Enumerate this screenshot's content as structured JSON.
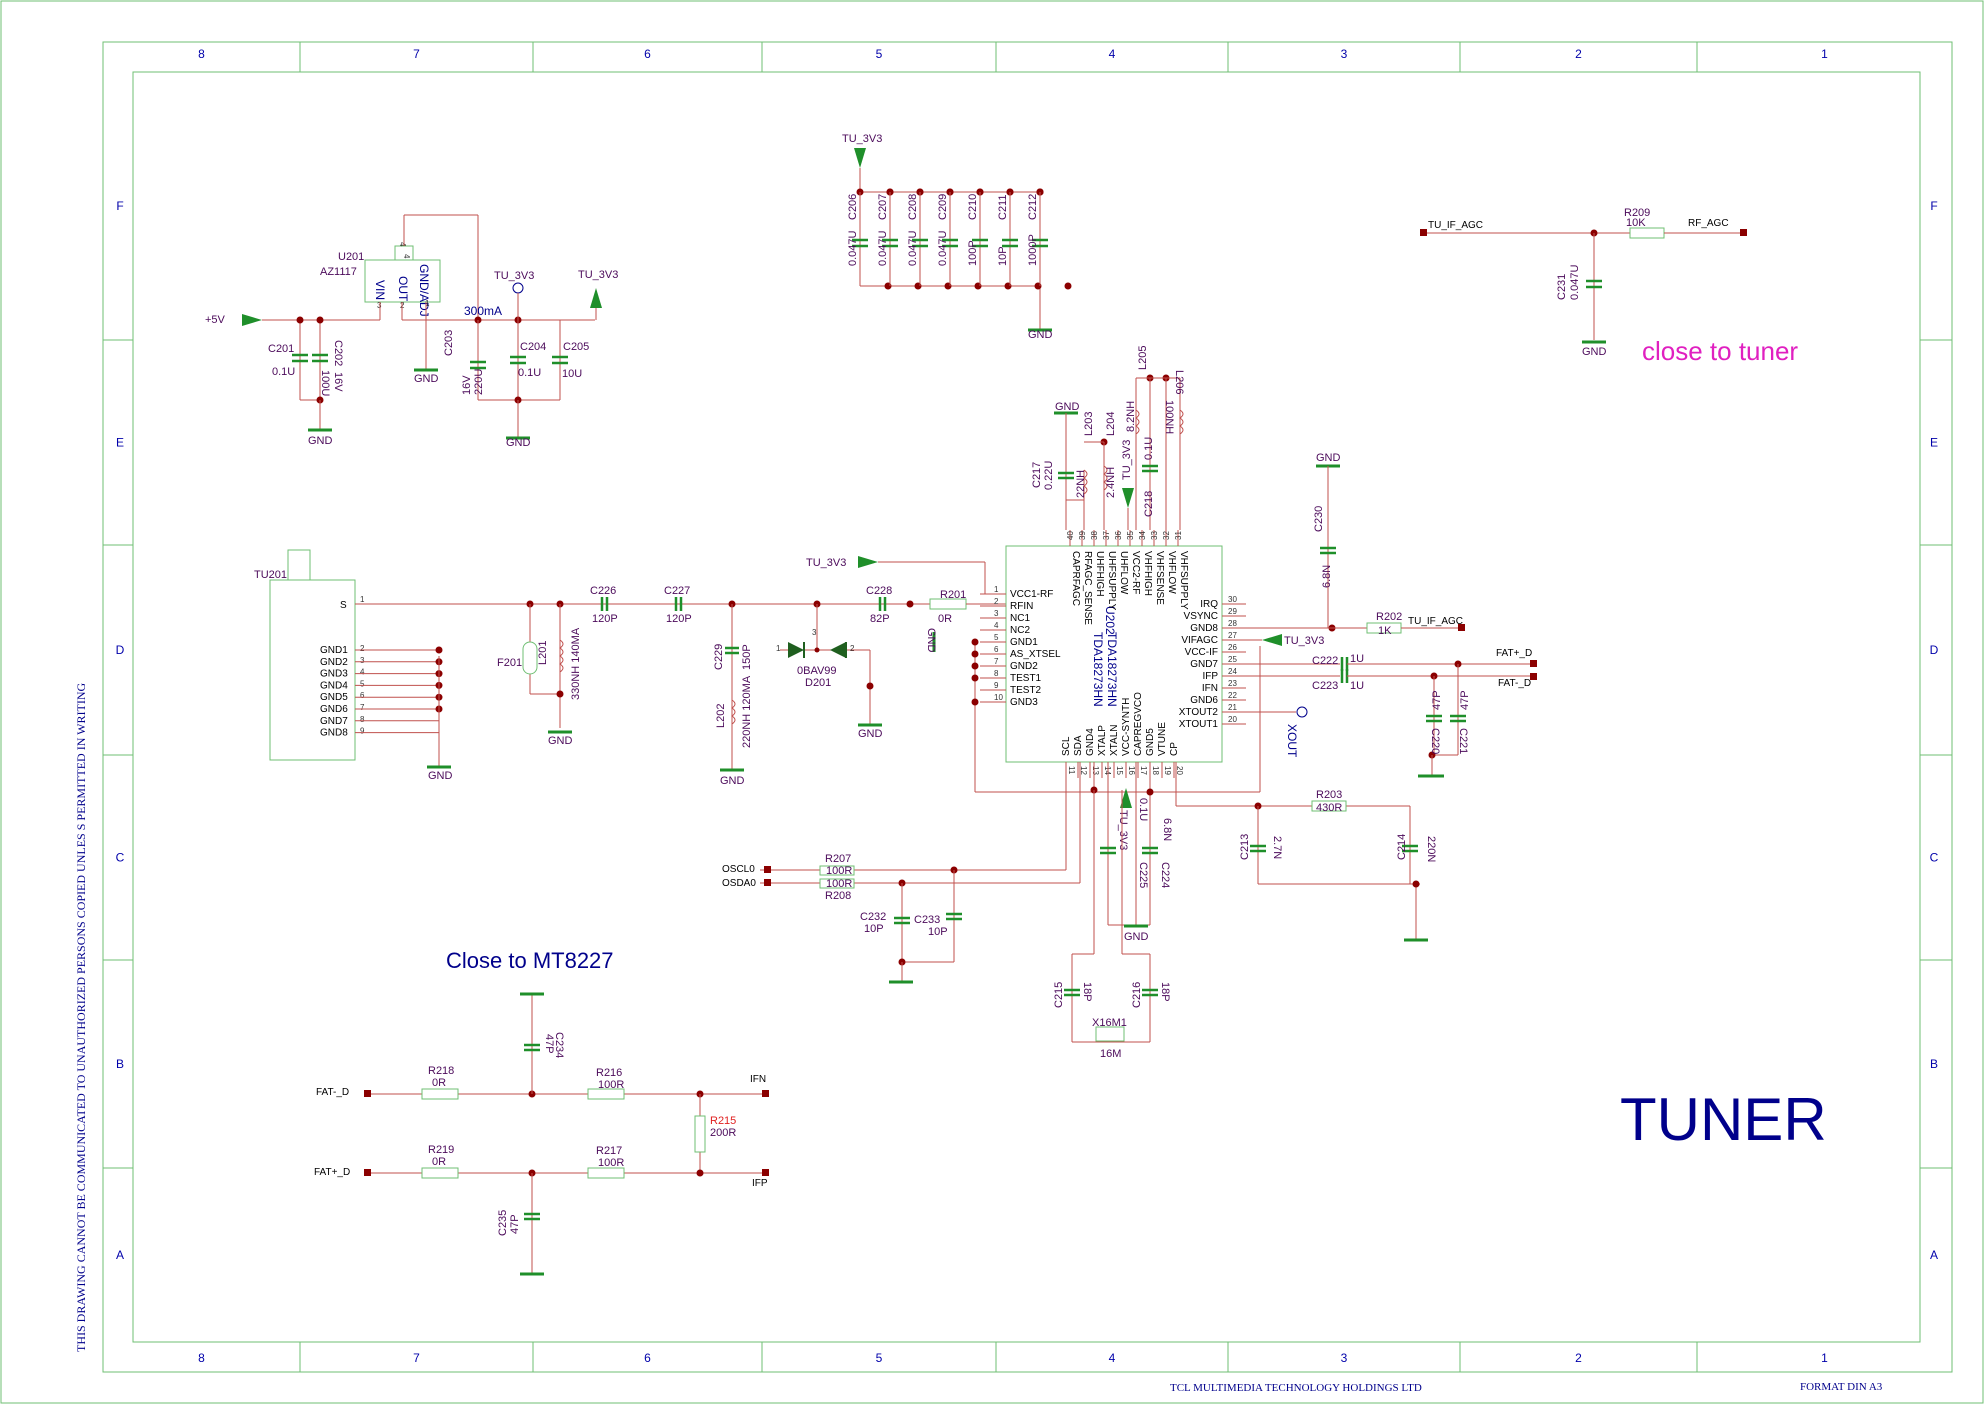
{
  "title": "TUNER",
  "notes": {
    "close_tuner": "close to tuner",
    "close_mt": "Close to MT8227",
    "company": "TCL MULTIMEDIA TECHNOLOGY HOLDINGS LTD",
    "format": "FORMAT DIN A3",
    "confidential": "THIS DRAWING CANNOT BE COMMUNICATED TO UNAUTHORIZED PERSONS COPIED UNLES S PERMITTED IN WRITING"
  },
  "grid": {
    "cols": [
      "8",
      "7",
      "6",
      "5",
      "4",
      "3",
      "2",
      "1"
    ],
    "rows": [
      "F",
      "E",
      "D",
      "C",
      "B",
      "A"
    ]
  },
  "nets": {
    "tu3v3": "TU_3V3",
    "p5v": "+5V",
    "gnd": "GND",
    "tu_if_agc": "TU_IF_AGC",
    "rf_agc": "RF_AGC",
    "oscl0": "OSCL0",
    "osda0": "OSDA0",
    "fatp": "FAT+_D",
    "fatm": "FAT-_D",
    "ifn": "IFN",
    "ifp": "IFP",
    "xout": "XOUT",
    "ma300": "300mA"
  },
  "u201": {
    "ref": "U201",
    "part": "AZ1117",
    "vin": "VIN",
    "out": "OUT",
    "adj": "GND/ADJ",
    "p1": "1",
    "p2": "2",
    "p3": "3",
    "p4": "4",
    "p4b": "4"
  },
  "c201": {
    "ref": "C201",
    "val": "0.1U"
  },
  "c202": {
    "ref": "C202",
    "val": "100U",
    "v": "16V"
  },
  "c203": {
    "ref": "C203",
    "val": "220U",
    "v": "16V"
  },
  "c204": {
    "ref": "C204",
    "val": "0.1U"
  },
  "c205": {
    "ref": "C205",
    "val": "10U"
  },
  "decoupling": [
    {
      "ref": "C206",
      "val": "0.047U"
    },
    {
      "ref": "C207",
      "val": "0.047U"
    },
    {
      "ref": "C208",
      "val": "0.047U"
    },
    {
      "ref": "C209",
      "val": "0.047U"
    },
    {
      "ref": "C210",
      "val": "100P"
    },
    {
      "ref": "C211",
      "val": "10P"
    },
    {
      "ref": "C212",
      "val": "1000P"
    }
  ],
  "r209": {
    "ref": "R209",
    "val": "10K"
  },
  "c231": {
    "ref": "C231",
    "val": "0.047U"
  },
  "tu201": {
    "ref": "TU201",
    "s": "S",
    "pins": [
      {
        "name": "GND1",
        "num": "2"
      },
      {
        "name": "GND2",
        "num": "3"
      },
      {
        "name": "GND3",
        "num": "4"
      },
      {
        "name": "GND4",
        "num": "5"
      },
      {
        "name": "GND5",
        "num": "6"
      },
      {
        "name": "GND6",
        "num": "7"
      },
      {
        "name": "GND7",
        "num": "8"
      },
      {
        "name": "GND8",
        "num": "9"
      }
    ],
    "p1": "1"
  },
  "f201": "F201",
  "l201": {
    "ref": "L201",
    "val": "330NH 140MA"
  },
  "c226": {
    "ref": "C226",
    "val": "120P"
  },
  "c227": {
    "ref": "C227",
    "val": "120P"
  },
  "c228": {
    "ref": "C228",
    "val": "82P"
  },
  "c229": {
    "ref": "C229",
    "val": "150P"
  },
  "l202": {
    "ref": "L202",
    "val": "220NH 120MA"
  },
  "d201": {
    "ref": "D201",
    "val": "0BAV99",
    "p1": "1",
    "p2": "2",
    "p3": "3"
  },
  "r201": {
    "ref": "R201",
    "val": "0R"
  },
  "u202": {
    "ref": "U202",
    "part": "TDA18273HN",
    "left": [
      {
        "num": "1",
        "name": "VCC1-RF"
      },
      {
        "num": "2",
        "name": "RFIN"
      },
      {
        "num": "3",
        "name": "NC1"
      },
      {
        "num": "4",
        "name": "NC2"
      },
      {
        "num": "5",
        "name": "GND1"
      },
      {
        "num": "6",
        "name": "AS_XTSEL"
      },
      {
        "num": "7",
        "name": "GND2"
      },
      {
        "num": "8",
        "name": "TEST1"
      },
      {
        "num": "9",
        "name": "TEST2"
      },
      {
        "num": "10",
        "name": "GND3"
      }
    ],
    "right": [
      {
        "num": "30",
        "name": "IRQ"
      },
      {
        "num": "29",
        "name": "VSYNC"
      },
      {
        "num": "28",
        "name": "GND8"
      },
      {
        "num": "27",
        "name": "VIFAGC"
      },
      {
        "num": "26",
        "name": "VCC-IF"
      },
      {
        "num": "25",
        "name": "GND7"
      },
      {
        "num": "24",
        "name": "IFP"
      },
      {
        "num": "23",
        "name": "IFN"
      },
      {
        "num": "22",
        "name": "GND6"
      },
      {
        "num": "21",
        "name": "XTOUT2"
      },
      {
        "num": "20",
        "name": "XTOUT1"
      }
    ],
    "top": [
      {
        "num": "40",
        "name": "CAPRFAGC"
      },
      {
        "num": "39",
        "name": "RFAGC_SENSE"
      },
      {
        "num": "38",
        "name": "UHFHIGH"
      },
      {
        "num": "37",
        "name": "UHFSUPPLY"
      },
      {
        "num": "36",
        "name": "UHFLOW"
      },
      {
        "num": "35",
        "name": "VCC2-RF"
      },
      {
        "num": "34",
        "name": "VHFHIGH"
      },
      {
        "num": "33",
        "name": "VHFSENSE"
      },
      {
        "num": "32",
        "name": "VHFLOW"
      },
      {
        "num": "31",
        "name": "VHFSUPPLY"
      }
    ],
    "bottom": [
      {
        "num": "11",
        "name": "SCL"
      },
      {
        "num": "12",
        "name": "SDA"
      },
      {
        "num": "13",
        "name": "GND4"
      },
      {
        "num": "14",
        "name": "XTALP"
      },
      {
        "num": "15",
        "name": "XTALN"
      },
      {
        "num": "16",
        "name": "VCC-SYNTH"
      },
      {
        "num": "17",
        "name": "CAPREGVCO"
      },
      {
        "num": "18",
        "name": "GND5"
      },
      {
        "num": "19",
        "name": "VTUNE"
      },
      {
        "num": "20",
        "name": "CP"
      }
    ]
  },
  "c217": {
    "ref": "C217",
    "val": "0.22U"
  },
  "l203": {
    "ref": "L203",
    "val": "22NH"
  },
  "l204": {
    "ref": "L204",
    "val": "2.4NH"
  },
  "l205": {
    "ref": "L205",
    "val": "8.2NH"
  },
  "l206": {
    "ref": "L206",
    "val": "100NH"
  },
  "c218": {
    "ref": "C218",
    "val": "0.1U"
  },
  "c230": {
    "ref": "C230",
    "val": "6.8N"
  },
  "r202": {
    "ref": "R202",
    "val": "1K"
  },
  "c222": {
    "ref": "C222",
    "val": "1U"
  },
  "c223": {
    "ref": "C223",
    "val": "1U"
  },
  "c220": {
    "ref": "C220",
    "val": "47P"
  },
  "c221": {
    "ref": "C221",
    "val": "47P"
  },
  "r203": {
    "ref": "R203",
    "val": "430R"
  },
  "c213": {
    "ref": "C213",
    "val": "2.7N"
  },
  "c214": {
    "ref": "C214",
    "val": "220N"
  },
  "r207": {
    "ref": "R207",
    "val": "100R"
  },
  "r208": {
    "ref": "R208",
    "val": "100R"
  },
  "c232": {
    "ref": "C232",
    "val": "10P"
  },
  "c233": {
    "ref": "C233",
    "val": "10P"
  },
  "c225": {
    "ref": "C225",
    "val": "0.1U"
  },
  "c224": {
    "ref": "C224",
    "val": "6.8N"
  },
  "c215": {
    "ref": "C215",
    "val": "18P"
  },
  "c216": {
    "ref": "C216",
    "val": "18P"
  },
  "x16m1": {
    "ref": "X16M1",
    "val": "16M"
  },
  "r218": {
    "ref": "R218",
    "val": "0R"
  },
  "r219": {
    "ref": "R219",
    "val": "0R"
  },
  "r216": {
    "ref": "R216",
    "val": "100R"
  },
  "r217": {
    "ref": "R217",
    "val": "100R"
  },
  "r215": {
    "ref": "R215",
    "val": "200R"
  },
  "c234": {
    "ref": "C234",
    "val": "47P"
  },
  "c235": {
    "ref": "C235",
    "val": "47P"
  }
}
